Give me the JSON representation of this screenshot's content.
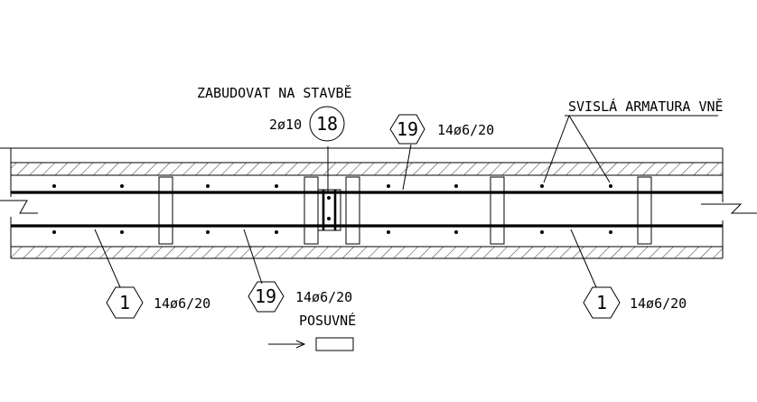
{
  "labels": {
    "build_on_site": "ZABUDOVAT NA STAVBĚ",
    "vertical_rebar_outside": "SVISLÁ ARMATURA VNĚ",
    "sliding": "POSUVNÉ",
    "spec_2d10": "2ø10"
  },
  "markers": [
    {
      "id": "m18",
      "shape": "circle",
      "number": "18",
      "spec": ""
    },
    {
      "id": "m19-top",
      "shape": "hexagon",
      "number": "19",
      "spec": "14ø6/20"
    },
    {
      "id": "m1-left",
      "shape": "hexagon",
      "number": "1",
      "spec": "14ø6/20"
    },
    {
      "id": "m19-bottom",
      "shape": "hexagon",
      "number": "19",
      "spec": "14ø6/20"
    },
    {
      "id": "m1-right",
      "shape": "hexagon",
      "number": "1",
      "spec": "14ø6/20"
    }
  ]
}
